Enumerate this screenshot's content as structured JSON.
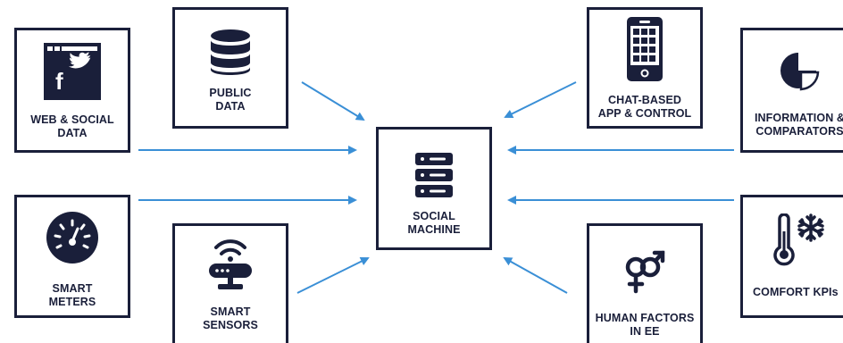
{
  "center": {
    "label": "SOCIAL\nMACHINE",
    "icon": "server-stack-icon"
  },
  "nodes": {
    "web_social": {
      "label": "WEB & SOCIAL\nDATA",
      "icon": "social-media-window-icon"
    },
    "public_data": {
      "label": "PUBLIC\nDATA",
      "icon": "database-icon"
    },
    "chat_app": {
      "label": "CHAT-BASED\nAPP & CONTROL",
      "icon": "smartphone-icon"
    },
    "information": {
      "label": "INFORMATION &\nCOMPARATORS",
      "icon": "pie-chart-icon"
    },
    "smart_meters": {
      "label": "SMART\nMETERS",
      "icon": "gauge-icon"
    },
    "smart_sensors": {
      "label": "SMART\nSENSORS",
      "icon": "wifi-router-icon"
    },
    "human_factors": {
      "label": "HUMAN FACTORS\nIN EE",
      "icon": "gender-symbols-icon"
    },
    "comfort": {
      "label": "COMFORT KPIs",
      "icon": "thermometer-snowflake-icon"
    }
  },
  "colors": {
    "border": "#1a1f3a",
    "icon": "#1a1f3a",
    "arrow": "#3a8fd6"
  }
}
